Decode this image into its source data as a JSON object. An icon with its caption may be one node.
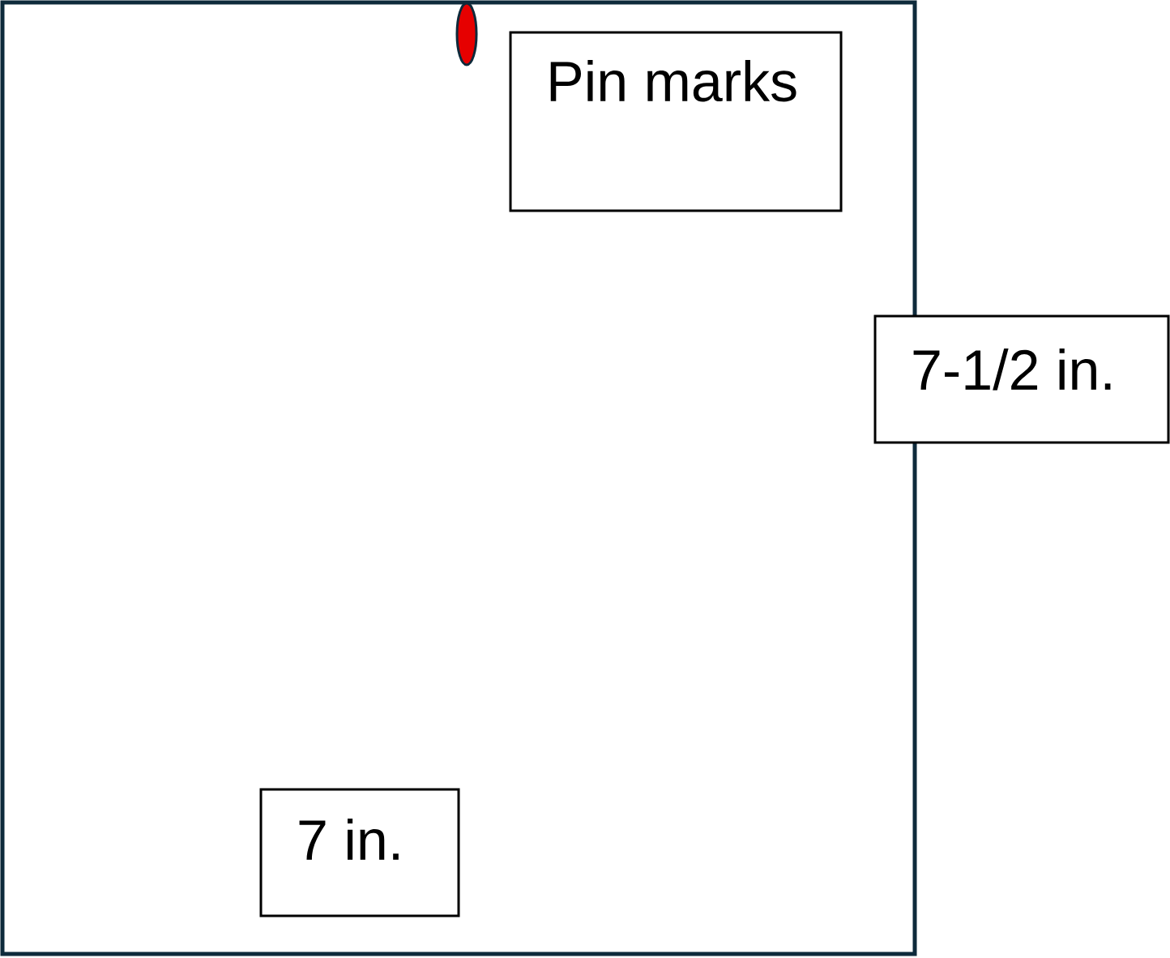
{
  "diagram": {
    "nodes": [
      {
        "text": [],
        "shape": "box"
      },
      {
        "text": [
          "Pin marks"
        ],
        "in": 0
      },
      {
        "text": [
          "7-1/2 in."
        ]
      },
      {
        "text": [
          "7 in."
        ],
        "in": 0
      }
    ]
  }
}
